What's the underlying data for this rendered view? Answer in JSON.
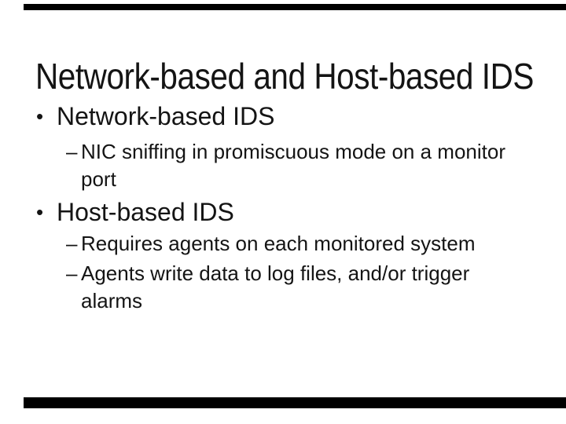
{
  "slide": {
    "title": "Network-based and Host-based IDS",
    "decor": {
      "edge_bar_color": "#000000"
    },
    "bullets": [
      {
        "level": 1,
        "marker": "•",
        "lines": [
          "Network-based IDS"
        ]
      },
      {
        "level": 2,
        "marker": "–",
        "lines": [
          "NIC sniffing in promiscuous mode on a monitor",
          "port"
        ]
      },
      {
        "level": 1,
        "marker": "•",
        "lines": [
          "Host-based IDS"
        ]
      },
      {
        "level": 2,
        "marker": "–",
        "lines": [
          "Requires agents on each monitored system"
        ]
      },
      {
        "level": 2,
        "marker": "–",
        "lines": [
          "Agents write data to log files, and/or trigger",
          "alarms"
        ]
      }
    ]
  }
}
